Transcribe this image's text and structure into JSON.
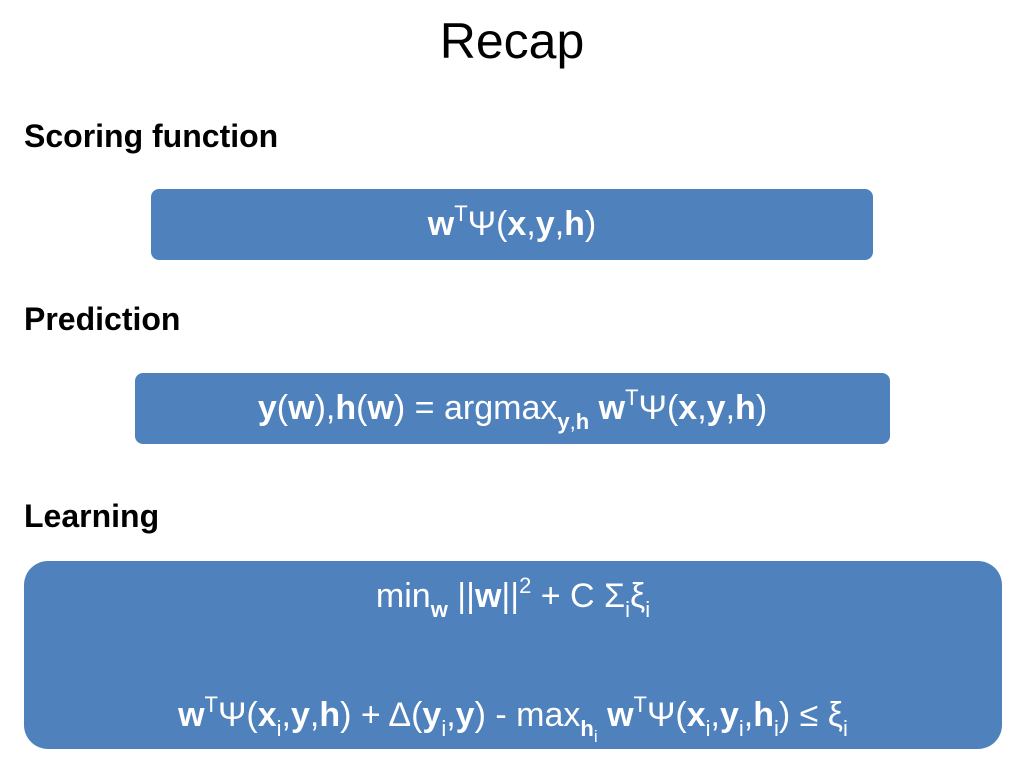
{
  "slide": {
    "title": "Recap",
    "sections": {
      "scoring": {
        "heading": "Scoring function"
      },
      "prediction": {
        "heading": "Prediction"
      },
      "learning": {
        "heading": "Learning"
      }
    }
  },
  "sym": {
    "w": "w",
    "x": "x",
    "y": "y",
    "h": "h",
    "T": "T",
    "psi": "Ψ",
    "lp": "(",
    "rp": ")",
    "comma": ",",
    "i": "i",
    "two": "2",
    "argmax": " = argmax",
    "min": "min",
    "norm_open": " ||",
    "norm_close": "||",
    "plus_c_sigma": " + C Σ",
    "xi": "ξ",
    "plus": " + ",
    "delta": "Δ",
    "minus_max": " - max",
    "leq_xi": " ≤ ξ",
    "space": " "
  },
  "colors": {
    "box_fill": "#4f81bd",
    "box_text": "#ffffff",
    "text": "#000000",
    "background": "#ffffff"
  }
}
